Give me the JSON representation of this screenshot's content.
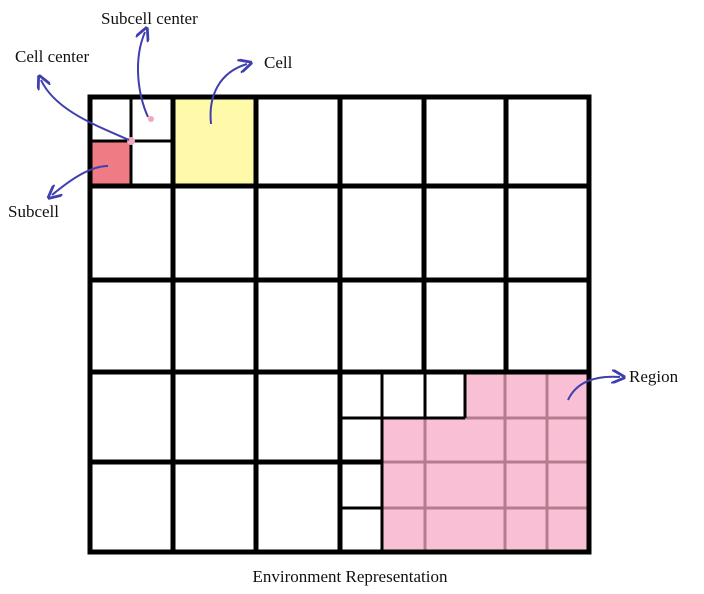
{
  "labels": {
    "subcell_center": "Subcell center",
    "cell_center": "Cell center",
    "cell": "Cell",
    "subcell": "Subcell",
    "region": "Region"
  },
  "caption": "Environment Representation",
  "colors": {
    "grid_line": "#000000",
    "subcell_line_pink": "#b57c90",
    "subcell_fill": "#ef7b85",
    "cell_fill": "#fffaa9",
    "region_fill": "#f9bfd4",
    "center_dot": "#f3a7c1",
    "arrow": "#3f3fae",
    "background": "#ffffff"
  },
  "grid": {
    "rows": 5,
    "cols": 6,
    "subdivisions_per_cell": 2
  },
  "highlights": {
    "subcell": {
      "row": 0,
      "col": 0,
      "quadrant": "bottom-left"
    },
    "cell": {
      "row": 0,
      "col": 1
    },
    "region_cells": [
      {
        "row": 3,
        "col": 4
      },
      {
        "row": 3,
        "col": 5
      },
      {
        "row": 4,
        "col": 3,
        "quadrants": [
          "top-right",
          "bottom-right"
        ]
      },
      {
        "row": 4,
        "col": 4
      },
      {
        "row": 4,
        "col": 5
      }
    ],
    "region_subcells_row3": [
      {
        "row": 3,
        "col": 3,
        "quadrant": "bottom-right"
      },
      {
        "row": 3,
        "col": 5,
        "quadrant": "top-left"
      }
    ]
  }
}
